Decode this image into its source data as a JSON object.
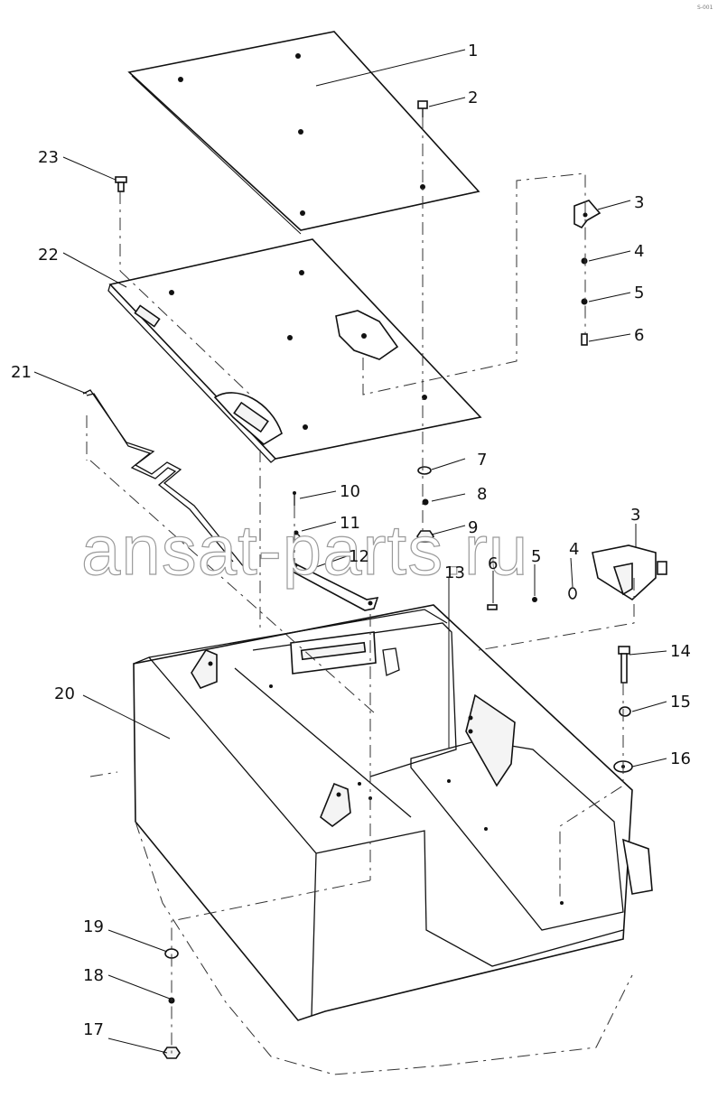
{
  "watermark": "ansat-parts.ru",
  "corner_mark": "S-001",
  "callouts": [
    {
      "num": "1"
    },
    {
      "num": "2"
    },
    {
      "num": "3"
    },
    {
      "num": "4"
    },
    {
      "num": "5"
    },
    {
      "num": "6"
    },
    {
      "num": "7"
    },
    {
      "num": "8"
    },
    {
      "num": "9"
    },
    {
      "num": "10"
    },
    {
      "num": "11"
    },
    {
      "num": "12"
    },
    {
      "num": "13"
    },
    {
      "num": "3"
    },
    {
      "num": "4"
    },
    {
      "num": "5"
    },
    {
      "num": "6"
    },
    {
      "num": "14"
    },
    {
      "num": "15"
    },
    {
      "num": "16"
    },
    {
      "num": "17"
    },
    {
      "num": "18"
    },
    {
      "num": "19"
    },
    {
      "num": "20"
    },
    {
      "num": "21"
    },
    {
      "num": "22"
    },
    {
      "num": "23"
    }
  ]
}
